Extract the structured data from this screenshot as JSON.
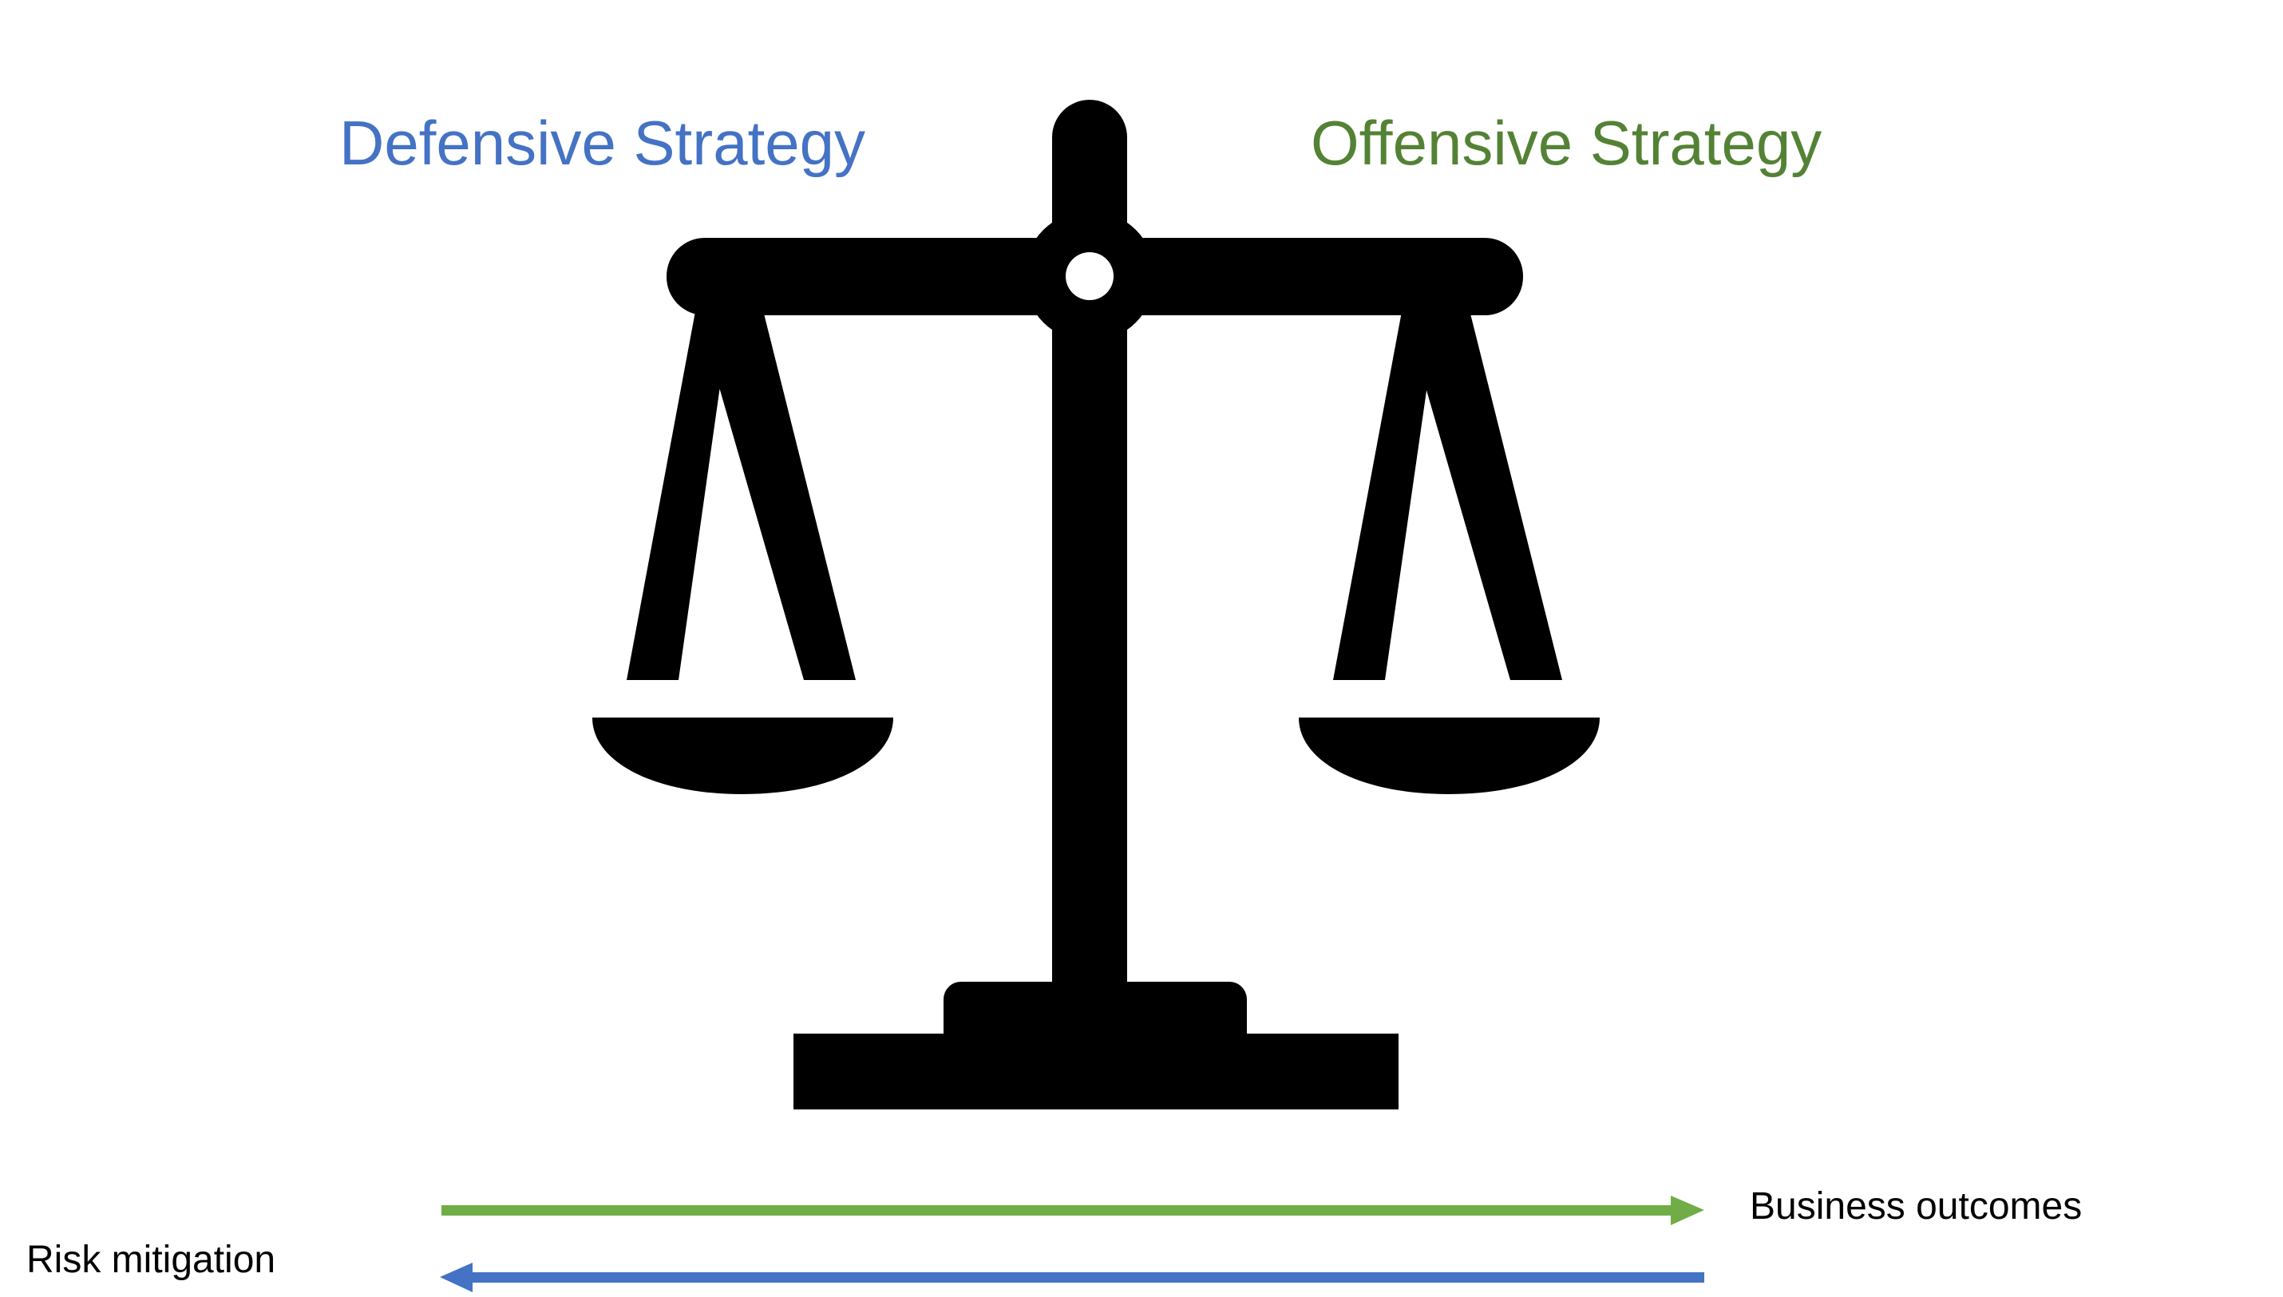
{
  "diagram": {
    "left_title": "Defensive Strategy",
    "right_title": "Offensive Strategy",
    "right_arrow_label": "Business outcomes",
    "left_arrow_label": "Risk mitigation"
  },
  "colors": {
    "defensive": "#4472C4",
    "offensive": "#548235",
    "arrow_green": "#70AD47",
    "arrow_blue": "#4472C4",
    "scale": "#000000"
  },
  "icons": {
    "scale": "balance-scale-icon",
    "right_arrow": "arrow-right-icon",
    "left_arrow": "arrow-left-icon"
  }
}
